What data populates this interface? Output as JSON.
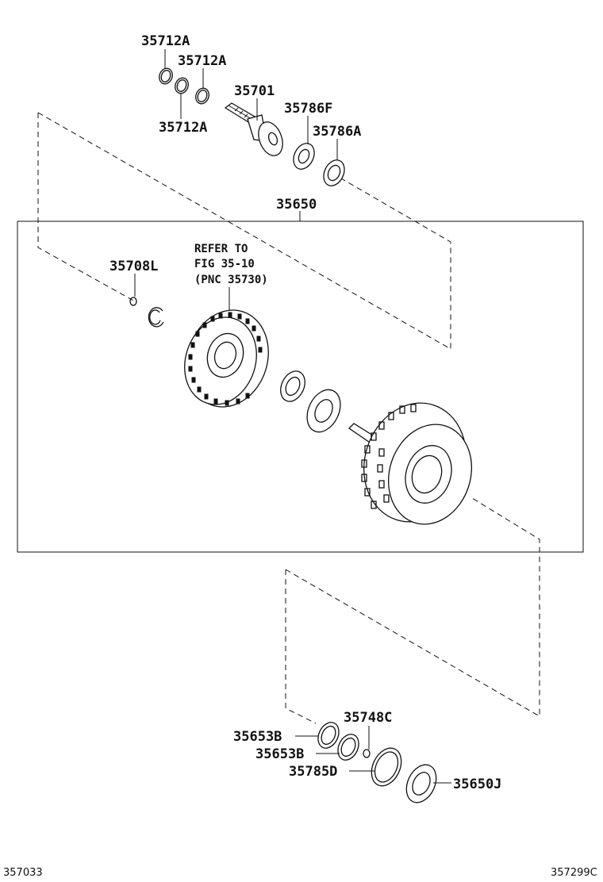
{
  "callouts": {
    "c_35712a_1": "35712A",
    "c_35712a_2": "35712A",
    "c_35712a_3": "35712A",
    "c_35701": "35701",
    "c_35786f": "35786F",
    "c_35786a": "35786A",
    "c_35650": "35650",
    "c_35708l": "35708L",
    "c_35748c": "35748C",
    "c_35653b_1": "35653B",
    "c_35653b_2": "35653B",
    "c_35785d": "35785D",
    "c_35650j": "35650J"
  },
  "note": {
    "line1": "REFER TO",
    "line2": "FIG 35-10",
    "line3": "(PNC 35730)"
  },
  "footer": {
    "left_code": "357033",
    "right_code": "357299C"
  }
}
